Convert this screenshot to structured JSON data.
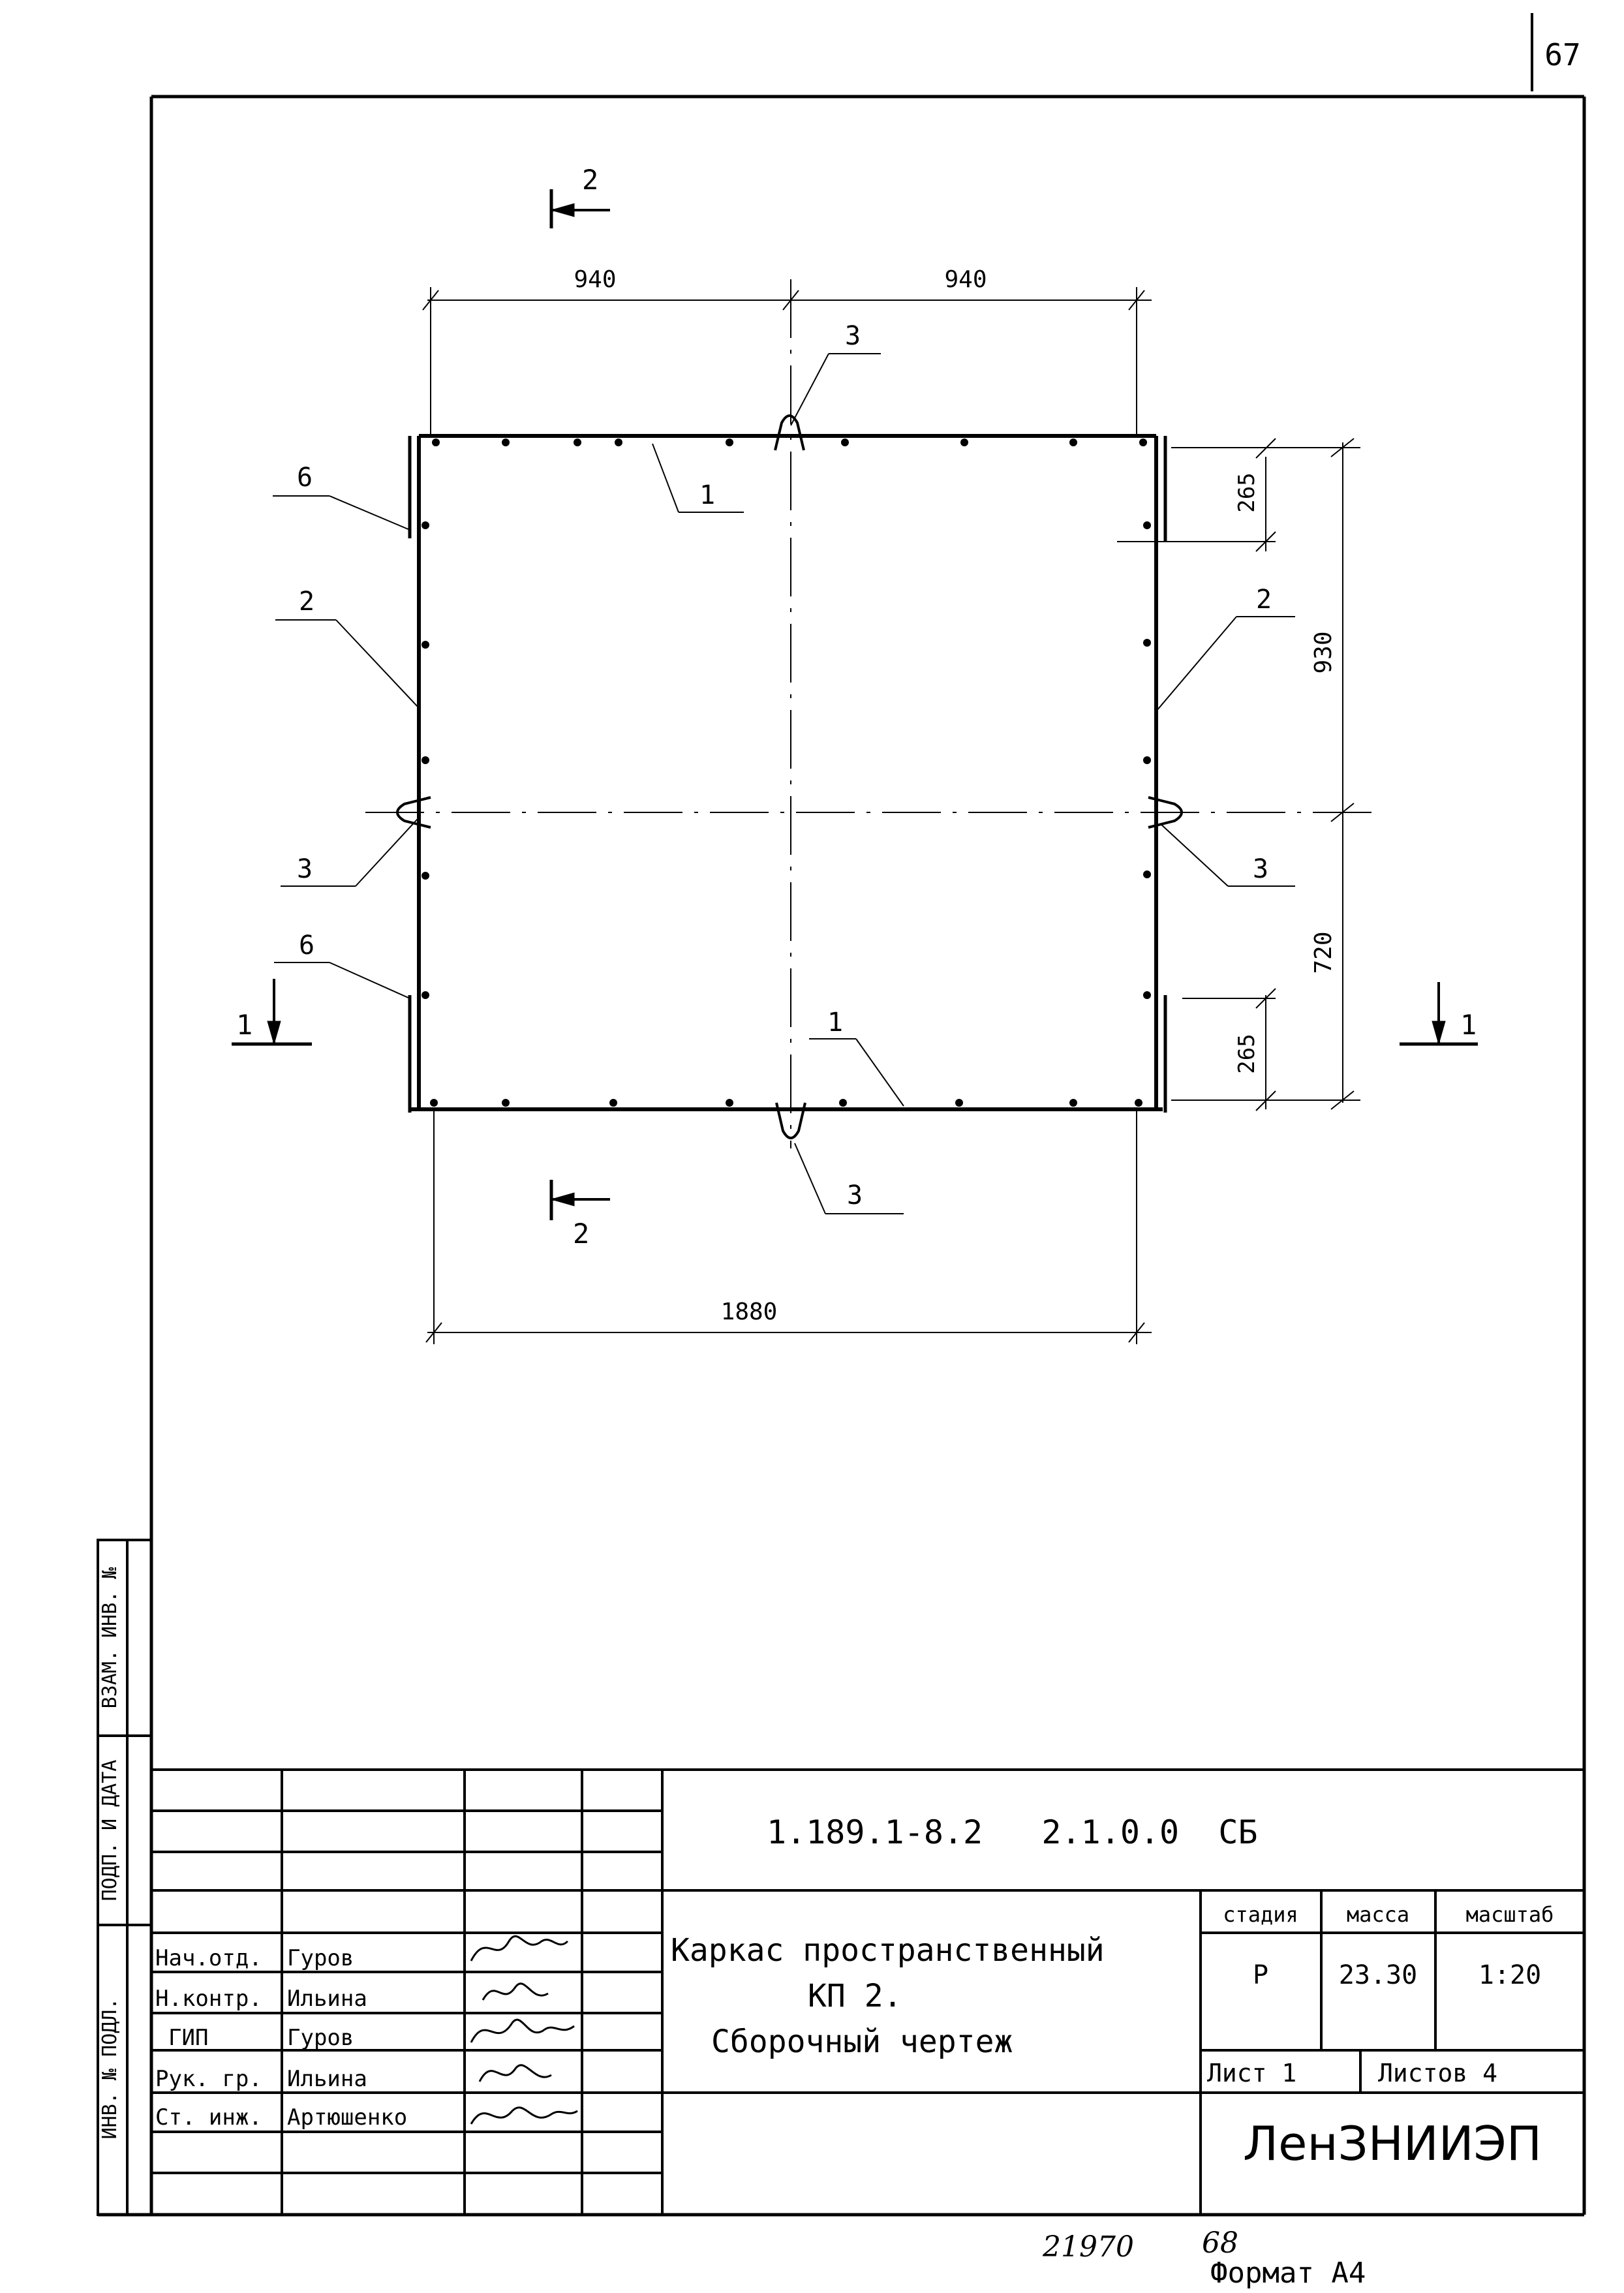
{
  "page_number": "67",
  "drawing": {
    "dimensions": {
      "top_left": "940",
      "top_right": "940",
      "bottom_total": "1880",
      "right_upper": "930",
      "right_lower": "720",
      "right_top_offset": "265",
      "right_bottom_offset": "265"
    },
    "callouts": {
      "beam_top": "1",
      "beam_bottom": "1",
      "side_left": "2",
      "side_right": "2",
      "loop_top": "3",
      "loop_bottom": "3",
      "loop_left": "3",
      "loop_right": "3",
      "bracket_upper": "6",
      "bracket_lower": "6"
    },
    "section_marks": {
      "top": "2",
      "bottom": "2",
      "left": "1",
      "right": "1"
    }
  },
  "side_stamp": {
    "vzam": "ВЗАМ. ИНВ. №",
    "podp_data": "ПОДП. И ДАТА",
    "inv_podl": "ИНВ. № ПОДЛ."
  },
  "title_block": {
    "doc_code": "1.189.1-8.2   2.1.0.0  СБ",
    "title_line1": "Каркас пространственный",
    "title_line2": "КП 2.",
    "title_line3": "Сборочный чертеж",
    "stage_label": "стадия",
    "mass_label": "масса",
    "scale_label": "масштаб",
    "stage_value": "Р",
    "mass_value": "23.30",
    "scale_value": "1:20",
    "sheet_label": "Лист 1",
    "sheets_label": "Листов 4",
    "org": "ЛенЗНИИЭП",
    "people": [
      {
        "role": "Нач.отд.",
        "name": "Гуров"
      },
      {
        "role": "Н.контр.",
        "name": "Ильина"
      },
      {
        "role": "ГИП",
        "name": "Гуров"
      },
      {
        "role": "Рук. гр.",
        "name": "Ильина"
      },
      {
        "role": "Ст. инж.",
        "name": "Артюшенко"
      }
    ]
  },
  "footer": {
    "number_left": "21970",
    "number_right": "68",
    "format": "Формат А4"
  }
}
